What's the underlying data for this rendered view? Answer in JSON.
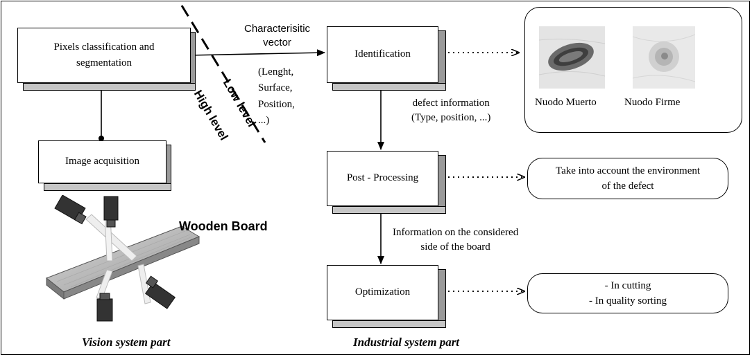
{
  "left": {
    "box_pixels": "Pixels classification and segmentation",
    "box_acquisition": "Image acquisition",
    "wooden_board": "Wooden Board",
    "footer": "Vision system part"
  },
  "connector": {
    "characteristic_line1": "Characterisitic",
    "characteristic_line2": "vector",
    "attributes": [
      "(Lenght,",
      "Surface,",
      "Position,",
      "...)"
    ],
    "high_level": "High level",
    "low_level": "Low level"
  },
  "right": {
    "box_identification": "Identification",
    "box_postprocessing": "Post - Processing",
    "box_optimization": "Optimization",
    "defect_info_line1": "defect information",
    "defect_info_line2": "(Type, position, ...)",
    "info_board_line1": "Information on the considered",
    "info_board_line2": "side of the board",
    "footer": "Industrial system part"
  },
  "outputs": {
    "knot1": "Nuodo Muerto",
    "knot2": "Nuodo Firme",
    "environment_line1": "Take into account  the environment",
    "environment_line2": "of the defect",
    "cutting_line1": "- In cutting",
    "cutting_line2": "- In quality sorting"
  },
  "colors": {
    "box_side": "#9a9a9a",
    "box_bottom": "#c6c6c6",
    "line": "#000000"
  }
}
